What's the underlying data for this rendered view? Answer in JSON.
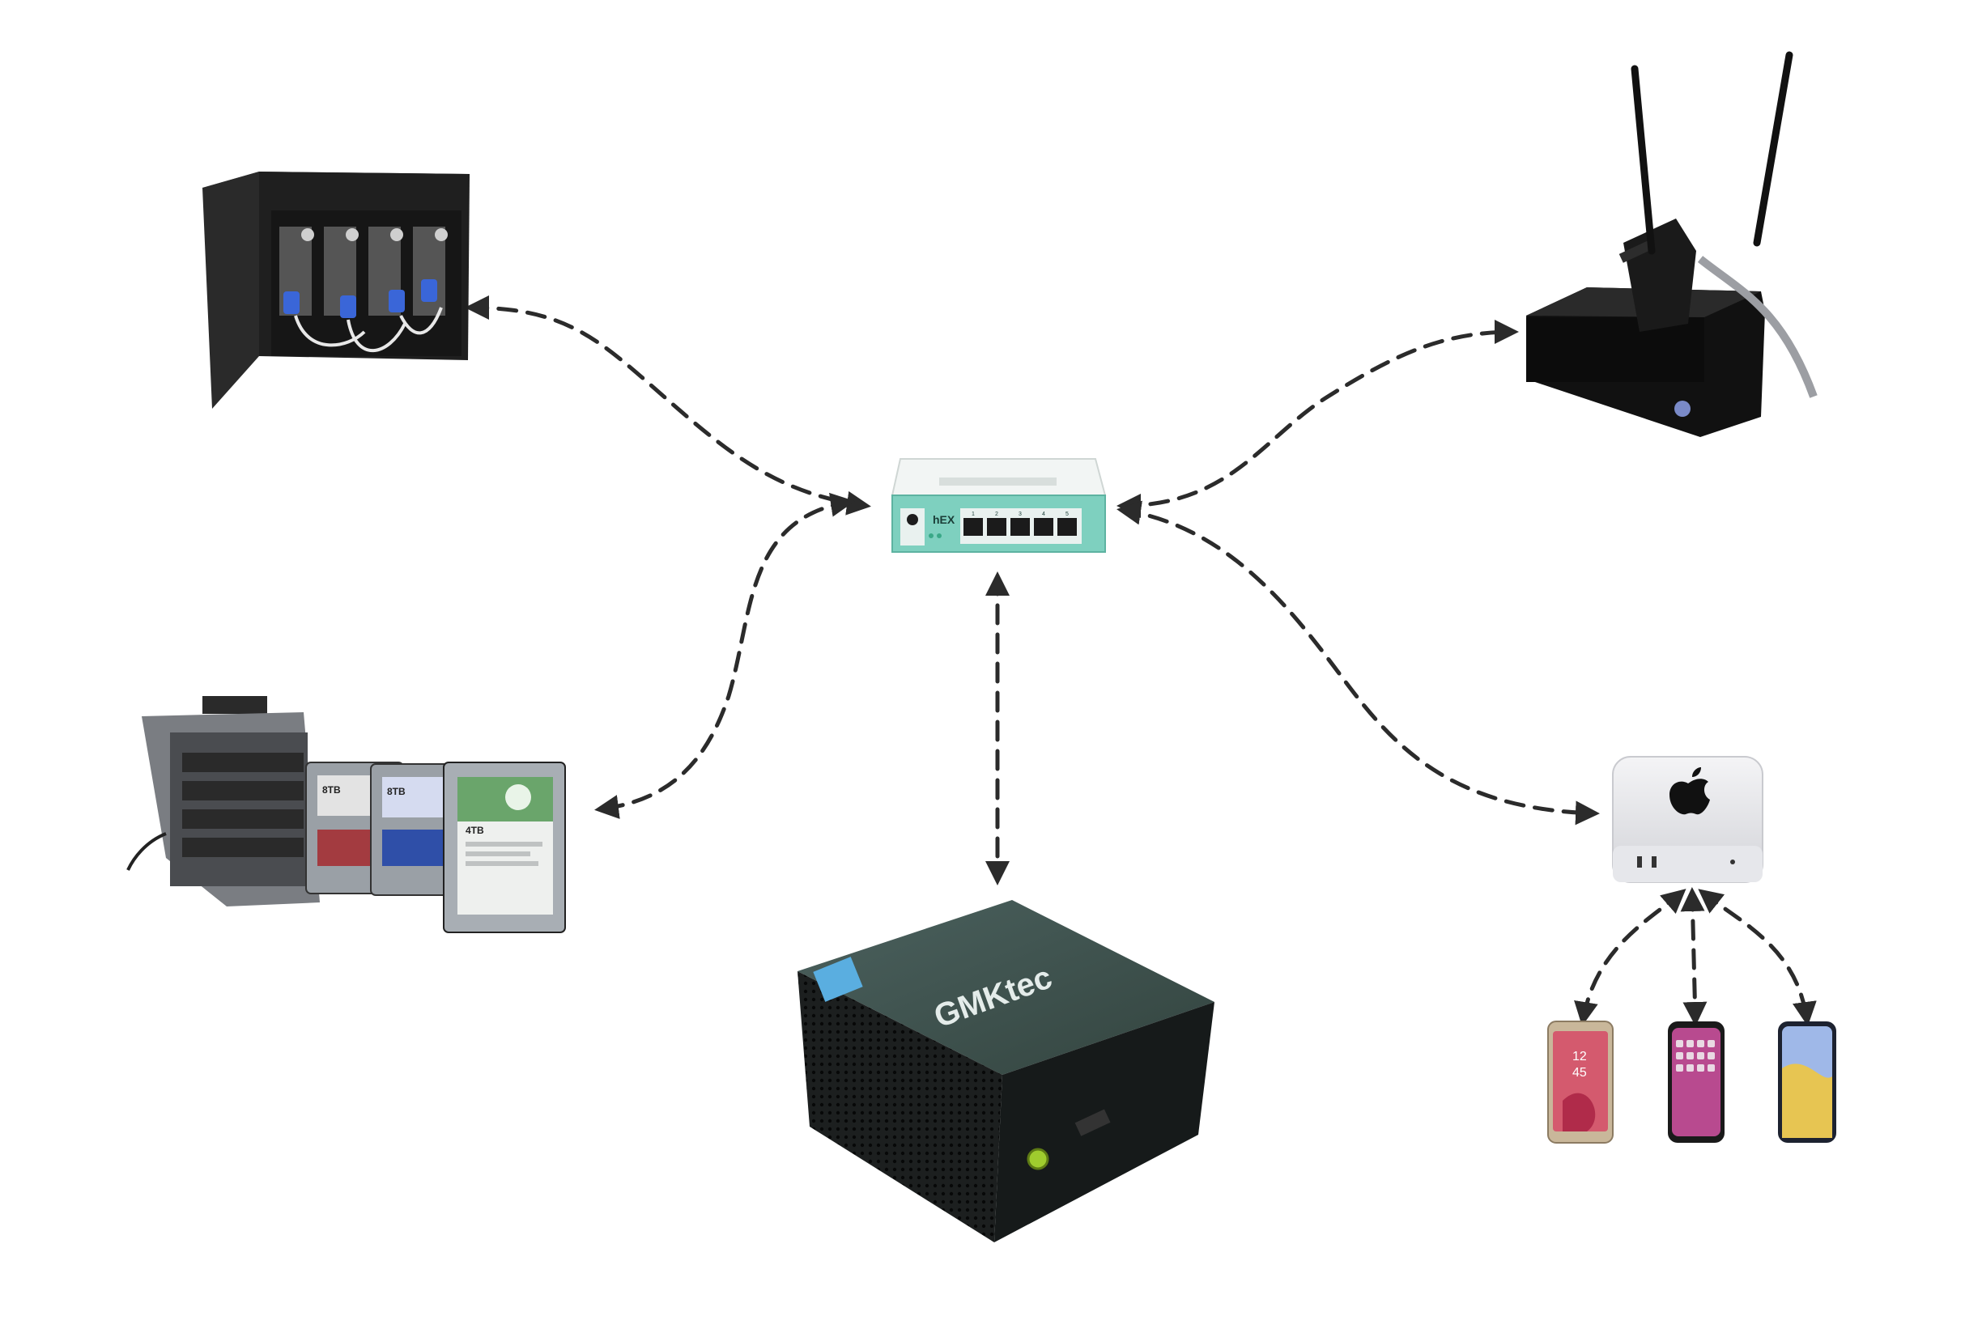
{
  "router": {
    "brand_text": "hEX",
    "port_numbers": [
      "1",
      "2",
      "3",
      "4",
      "5"
    ],
    "accent_color": "#6fc9b5"
  },
  "mini_pc": {
    "brand_text": "GMKtec",
    "body_color": "#3d5250",
    "power_led_color": "#9fcc2e"
  },
  "hdd_labels": [
    "8TB",
    "8TB",
    "4TB"
  ],
  "phone_screen": {
    "time_hours": "12",
    "time_minutes": "45"
  },
  "connector": {
    "color": "#2b2b2b",
    "style": "dashed",
    "arrowheads": "both"
  }
}
